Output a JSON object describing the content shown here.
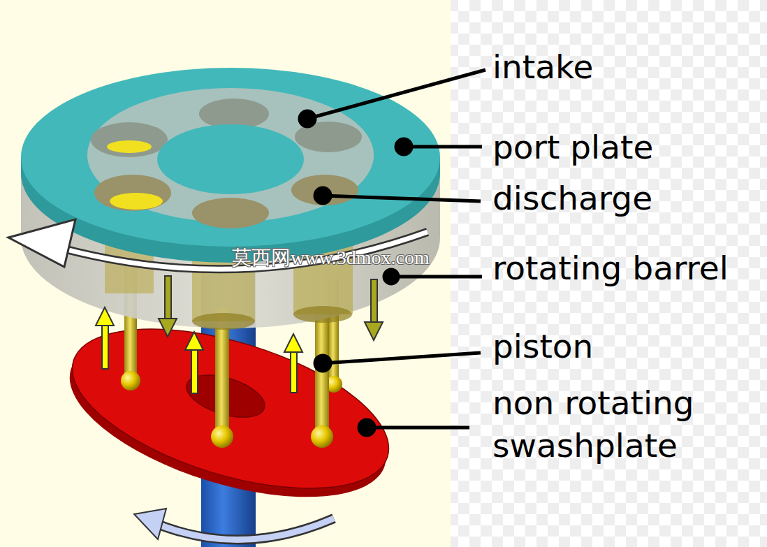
{
  "diagram": {
    "labels": [
      "intake",
      "port plate",
      "discharge",
      "rotating barrel",
      "piston",
      "non rotating swashplate",
      "莫西网www.3dmox.com"
    ]
  }
}
